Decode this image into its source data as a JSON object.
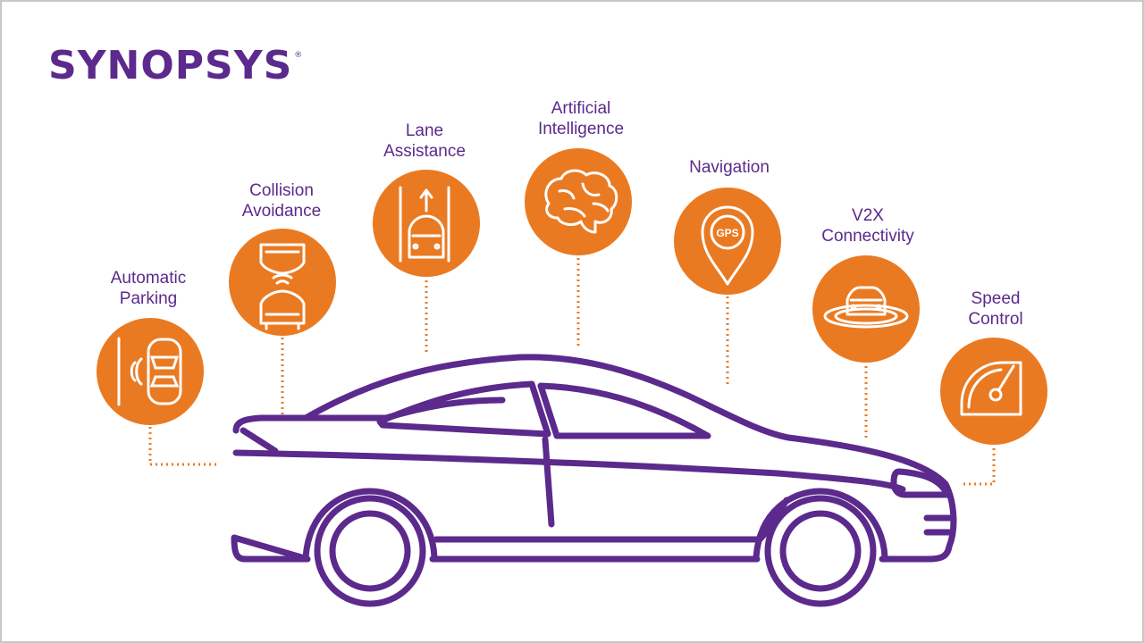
{
  "brand": {
    "name": "SYNOPSYS",
    "mark": "®"
  },
  "colors": {
    "purple": "#5b2a8c",
    "orange": "#ea7a22",
    "white": "#ffffff"
  },
  "features": [
    {
      "id": "automatic-parking",
      "lines": [
        "Automatic",
        "Parking"
      ],
      "icon": "parking-sensor-icon"
    },
    {
      "id": "collision-avoidance",
      "lines": [
        "Collision",
        "Avoidance"
      ],
      "icon": "collision-icon"
    },
    {
      "id": "lane-assistance",
      "lines": [
        "Lane",
        "Assistance"
      ],
      "icon": "lane-icon"
    },
    {
      "id": "artificial-intelligence",
      "lines": [
        "Artificial",
        "Intelligence"
      ],
      "icon": "brain-icon"
    },
    {
      "id": "navigation",
      "lines": [
        "Navigation"
      ],
      "icon": "gps-pin-icon",
      "icon_text": "GPS"
    },
    {
      "id": "v2x-connectivity",
      "lines": [
        "V2X",
        "Connectivity"
      ],
      "icon": "v2x-car-icon"
    },
    {
      "id": "speed-control",
      "lines": [
        "Speed",
        "Control"
      ],
      "icon": "speedometer-icon"
    }
  ]
}
